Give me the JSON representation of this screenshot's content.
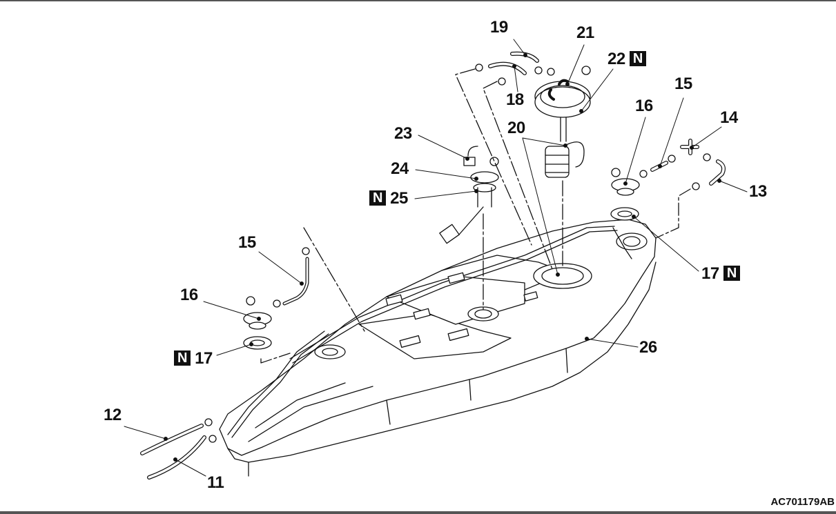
{
  "figure": {
    "title": "Fuel tank exploded view",
    "code": "AC701179AB",
    "new_part_marker": "N",
    "line_color": "#111111",
    "badge_color": "#111111"
  },
  "callouts": [
    {
      "id": "c11",
      "number": "11",
      "new_part": false
    },
    {
      "id": "c12",
      "number": "12",
      "new_part": false
    },
    {
      "id": "c13",
      "number": "13",
      "new_part": false
    },
    {
      "id": "c14",
      "number": "14",
      "new_part": false
    },
    {
      "id": "c15a",
      "number": "15",
      "new_part": false
    },
    {
      "id": "c15b",
      "number": "15",
      "new_part": false
    },
    {
      "id": "c16a",
      "number": "16",
      "new_part": false
    },
    {
      "id": "c16b",
      "number": "16",
      "new_part": false
    },
    {
      "id": "c17a",
      "number": "17",
      "new_part": true
    },
    {
      "id": "c17b",
      "number": "17",
      "new_part": true
    },
    {
      "id": "c18",
      "number": "18",
      "new_part": false
    },
    {
      "id": "c19",
      "number": "19",
      "new_part": false
    },
    {
      "id": "c20",
      "number": "20",
      "new_part": false
    },
    {
      "id": "c21",
      "number": "21",
      "new_part": false
    },
    {
      "id": "c22",
      "number": "22",
      "new_part": true
    },
    {
      "id": "c23",
      "number": "23",
      "new_part": false
    },
    {
      "id": "c24",
      "number": "24",
      "new_part": false
    },
    {
      "id": "c25",
      "number": "25",
      "new_part": true
    },
    {
      "id": "c26",
      "number": "26",
      "new_part": false
    }
  ]
}
